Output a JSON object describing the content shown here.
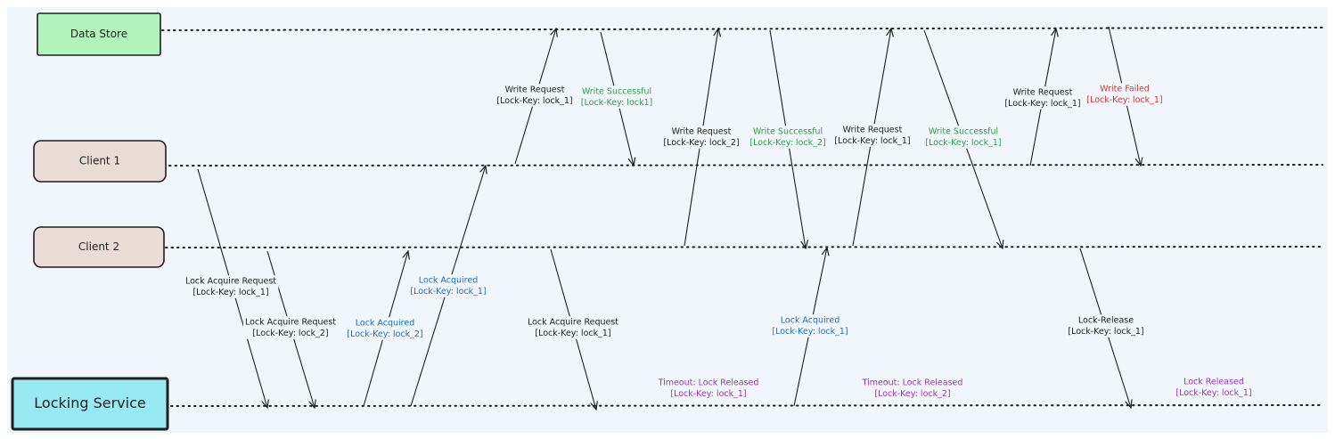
{
  "colors": {
    "background": "#f1f6fd",
    "line": "#1e1e1e",
    "black_text": "#1e1e1e",
    "green_text": "#2f9e44",
    "blue_text": "#1971c2",
    "purple_text": "#9c36b5",
    "red_text": "#e03131"
  },
  "actors": [
    {
      "id": "data-store",
      "name": "Data Store",
      "fill": "#b2f2bb"
    },
    {
      "id": "client-1",
      "name": "Client 1",
      "fill": "#eaddd7"
    },
    {
      "id": "client-2",
      "name": "Client 2",
      "fill": "#eaddd7"
    },
    {
      "id": "locking-service",
      "name": "Locking Service",
      "fill": "#99e9f2"
    }
  ],
  "messages": [
    {
      "id": "lock-acquire-c1",
      "from": "client-1",
      "to": "locking-service",
      "lines": [
        "Lock Acquire Request",
        "[Lock-Key: lock_1]"
      ],
      "color": "black"
    },
    {
      "id": "lock-acquire-c2",
      "from": "client-2",
      "to": "locking-service",
      "lines": [
        "Lock Acquire Request",
        "[Lock-Key: lock_2]"
      ],
      "color": "black"
    },
    {
      "id": "lock-acquired-c2",
      "from": "locking-service",
      "to": "client-2",
      "lines": [
        "Lock Acquired",
        "[Lock-Key: lock_2]"
      ],
      "color": "blue"
    },
    {
      "id": "lock-acquired-c1",
      "from": "locking-service",
      "to": "client-1",
      "lines": [
        "Lock Acquired",
        "[Lock-Key: lock_1]"
      ],
      "color": "blue"
    },
    {
      "id": "write-request-c1-a",
      "from": "client-1",
      "to": "data-store",
      "lines": [
        "Write Request",
        "[Lock-Key: lock_1]"
      ],
      "color": "black"
    },
    {
      "id": "write-success-c1-a",
      "from": "data-store",
      "to": "client-1",
      "lines": [
        "Write Successful",
        "[Lock-Key: lock1]"
      ],
      "color": "green"
    },
    {
      "id": "lock-acquire-c2-b",
      "from": "client-2",
      "to": "locking-service",
      "lines": [
        "Lock Acquire Request",
        "[Lock-Key: lock_1]"
      ],
      "color": "black"
    },
    {
      "id": "timeout-lock-1",
      "lines": [
        "Timeout: Lock Released",
        "[Lock-Key: lock_1]"
      ],
      "color": "purple"
    },
    {
      "id": "write-request-c2",
      "from": "client-2",
      "to": "data-store",
      "lines": [
        "Write Request",
        "[Lock-Key: lock_2]"
      ],
      "color": "black"
    },
    {
      "id": "write-success-c2",
      "from": "data-store",
      "to": "client-2",
      "lines": [
        "Write Successful",
        "[Lock-Key: lock_2]"
      ],
      "color": "green"
    },
    {
      "id": "lock-acquired-c2-b",
      "from": "locking-service",
      "to": "client-2",
      "lines": [
        "Lock Acquired",
        "[Lock-Key: lock_1]"
      ],
      "color": "blue"
    },
    {
      "id": "write-request-c2-b",
      "from": "client-2",
      "to": "data-store",
      "lines": [
        "Write Request",
        "[Lock-Key: lock_1]"
      ],
      "color": "black"
    },
    {
      "id": "write-success-c2-b",
      "from": "data-store",
      "to": "client-2",
      "lines": [
        "Write Successful",
        "[Lock-Key: lock_1]"
      ],
      "color": "green"
    },
    {
      "id": "timeout-lock-2",
      "lines": [
        "Timeout: Lock Released",
        "[Lock-Key: lock_2]"
      ],
      "color": "purple"
    },
    {
      "id": "lock-release-c2",
      "from": "client-2",
      "to": "locking-service",
      "lines": [
        "Lock-Release",
        "[Lock-Key: lock_1]"
      ],
      "color": "black"
    },
    {
      "id": "write-request-c1-b",
      "from": "client-1",
      "to": "data-store",
      "lines": [
        "Write Request",
        "[Lock-Key: lock_1]"
      ],
      "color": "black"
    },
    {
      "id": "write-failed-c1",
      "from": "data-store",
      "to": "client-1",
      "lines": [
        "Write Failed",
        "[Lock-Key: lock_1]"
      ],
      "color": "red"
    },
    {
      "id": "lock-released",
      "lines": [
        "Lock Released",
        "[Lock-Key: lock_1]"
      ],
      "color": "purple"
    }
  ]
}
